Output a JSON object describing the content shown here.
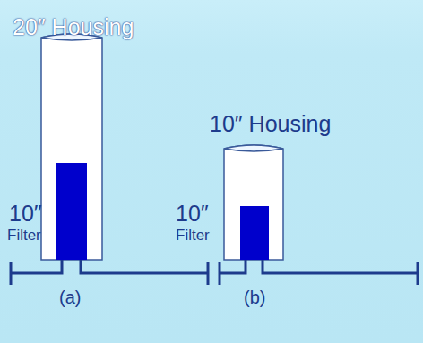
{
  "diagram": {
    "labels": [
      "20″ Housing",
      "10″",
      "Filter",
      "10″ Housing",
      "10″",
      "Filter",
      "(a)",
      "(b)"
    ]
  }
}
